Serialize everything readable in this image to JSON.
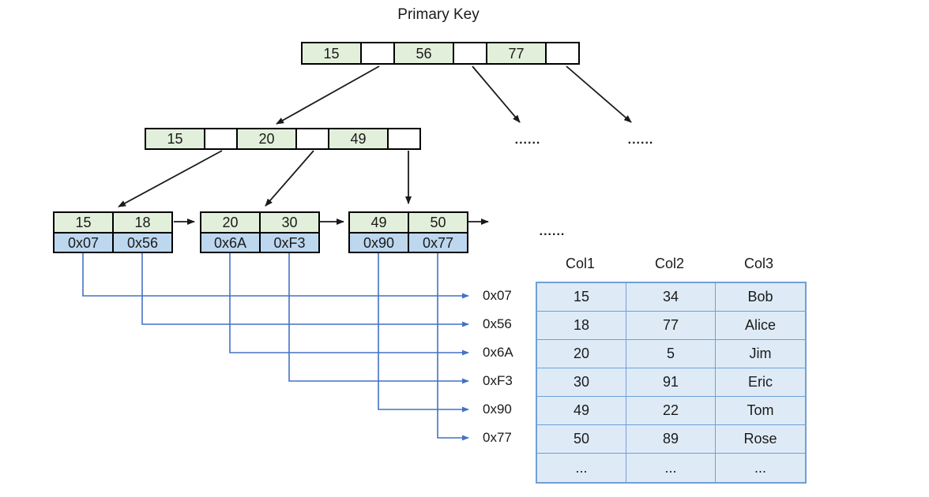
{
  "title": "Primary Key",
  "ellipsis": "......",
  "tree": {
    "root": {
      "keys": [
        "15",
        "56",
        "77"
      ]
    },
    "internal": {
      "keys": [
        "15",
        "20",
        "49"
      ]
    },
    "leaves": [
      {
        "keys": [
          "15",
          "18"
        ],
        "addresses": [
          "0x07",
          "0x56"
        ]
      },
      {
        "keys": [
          "20",
          "30"
        ],
        "addresses": [
          "0x6A",
          "0xF3"
        ]
      },
      {
        "keys": [
          "49",
          "50"
        ],
        "addresses": [
          "0x90",
          "0x77"
        ]
      }
    ]
  },
  "row_addresses": [
    "0x07",
    "0x56",
    "0x6A",
    "0xF3",
    "0x90",
    "0x77"
  ],
  "table": {
    "headers": [
      "Col1",
      "Col2",
      "Col3"
    ],
    "rows": [
      [
        "15",
        "34",
        "Bob"
      ],
      [
        "18",
        "77",
        "Alice"
      ],
      [
        "20",
        "5",
        "Jim"
      ],
      [
        "30",
        "91",
        "Eric"
      ],
      [
        "49",
        "22",
        "Tom"
      ],
      [
        "50",
        "89",
        "Rose"
      ],
      [
        "...",
        "...",
        "..."
      ]
    ]
  },
  "colors": {
    "key_cell_green": "#E2EFDA",
    "pointer_cell_white": "#FFFFFF",
    "address_cell_blue": "#BDD7EE",
    "table_fill_blue": "#DEEBF7",
    "table_border_blue": "#6FA0D6",
    "connector_blue": "#4472C4",
    "ink_black": "#1A1A1A"
  }
}
